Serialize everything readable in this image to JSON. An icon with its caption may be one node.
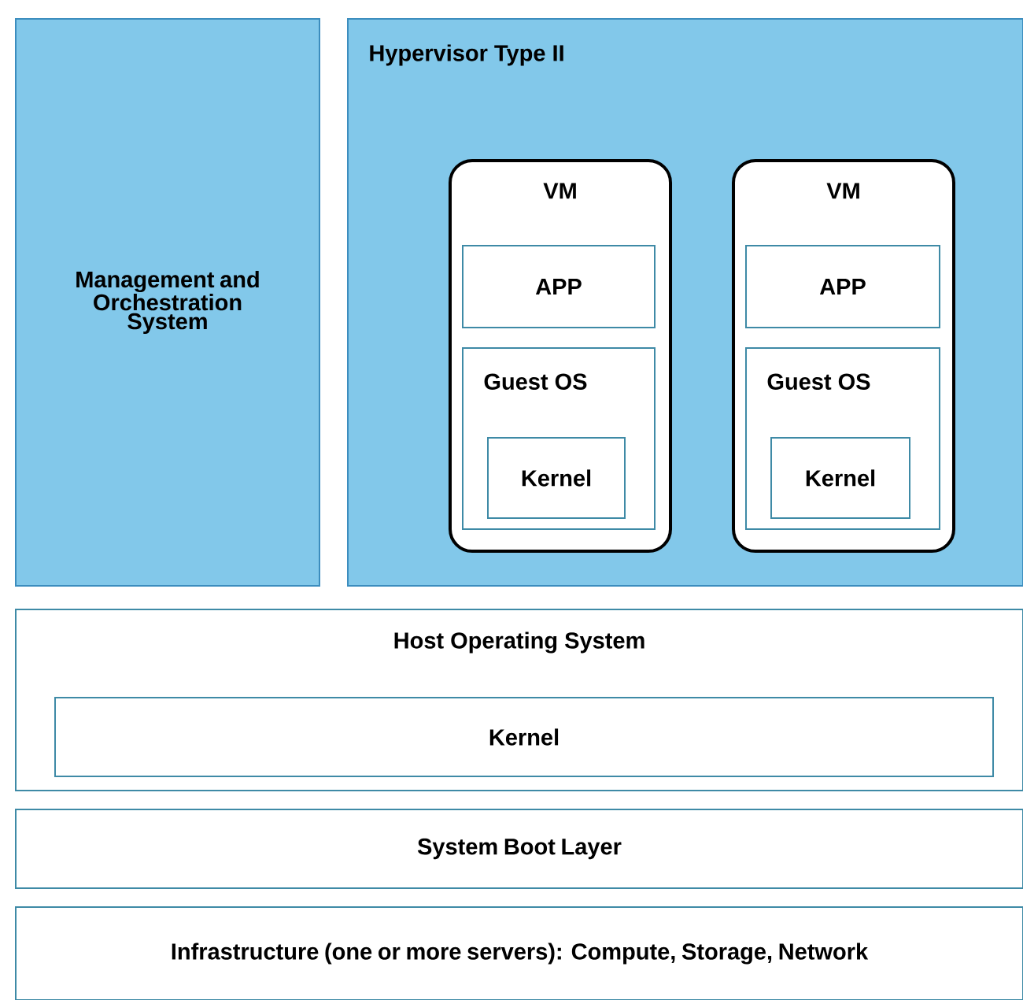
{
  "diagram": {
    "nodes": [
      {
        "text": [
          "Management and Orchestration System"
        ]
      },
      {
        "text": [
          "Hypervisor Type II"
        ]
      },
      {
        "text": [
          "VM"
        ],
        "in": 1
      },
      {
        "text": [
          "APP"
        ],
        "in": 2
      },
      {
        "text": [
          "Guest OS"
        ],
        "in": 2
      },
      {
        "text": [
          "Kernel"
        ],
        "in": 4
      },
      {
        "text": [
          "VM"
        ],
        "in": 1
      },
      {
        "text": [
          "APP"
        ],
        "in": 6
      },
      {
        "text": [
          "Guest OS"
        ],
        "in": 6
      },
      {
        "text": [
          "Kernel"
        ],
        "in": 8
      },
      {
        "text": [
          "Host Operating System"
        ]
      },
      {
        "text": [
          "Kernel"
        ],
        "in": 10
      },
      {
        "text": [
          "System Boot Layer"
        ]
      },
      {
        "text": [
          "Infrastructure (one or more servers): Compute, Storage, Network"
        ]
      }
    ]
  }
}
